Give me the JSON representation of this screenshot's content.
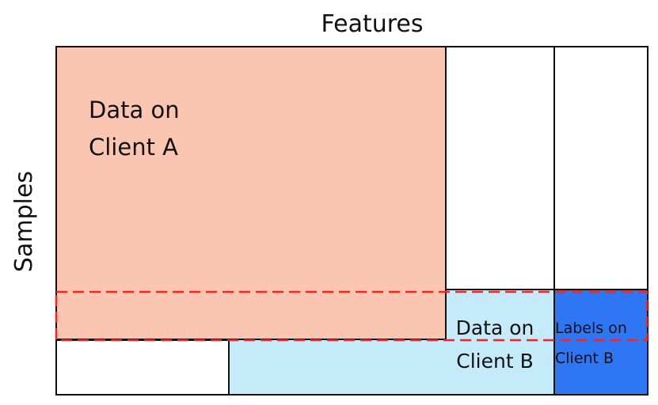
{
  "axes": {
    "x_label": "Features",
    "y_label": "Samples"
  },
  "regions": {
    "client_a_data": {
      "line1": "Data on",
      "line2": "Client A"
    },
    "client_b_data": {
      "line1": "Data on",
      "line2": "Client B"
    },
    "client_b_labels": {
      "line1": "Labels on",
      "line2": "Client B"
    }
  },
  "colors": {
    "client_a_fill": "#fbc6b1",
    "client_b_data_fill": "#c5ebfa",
    "client_b_labels_fill": "#2f76f5",
    "overlap_outline": "#ff2020",
    "stroke": "#111111"
  }
}
